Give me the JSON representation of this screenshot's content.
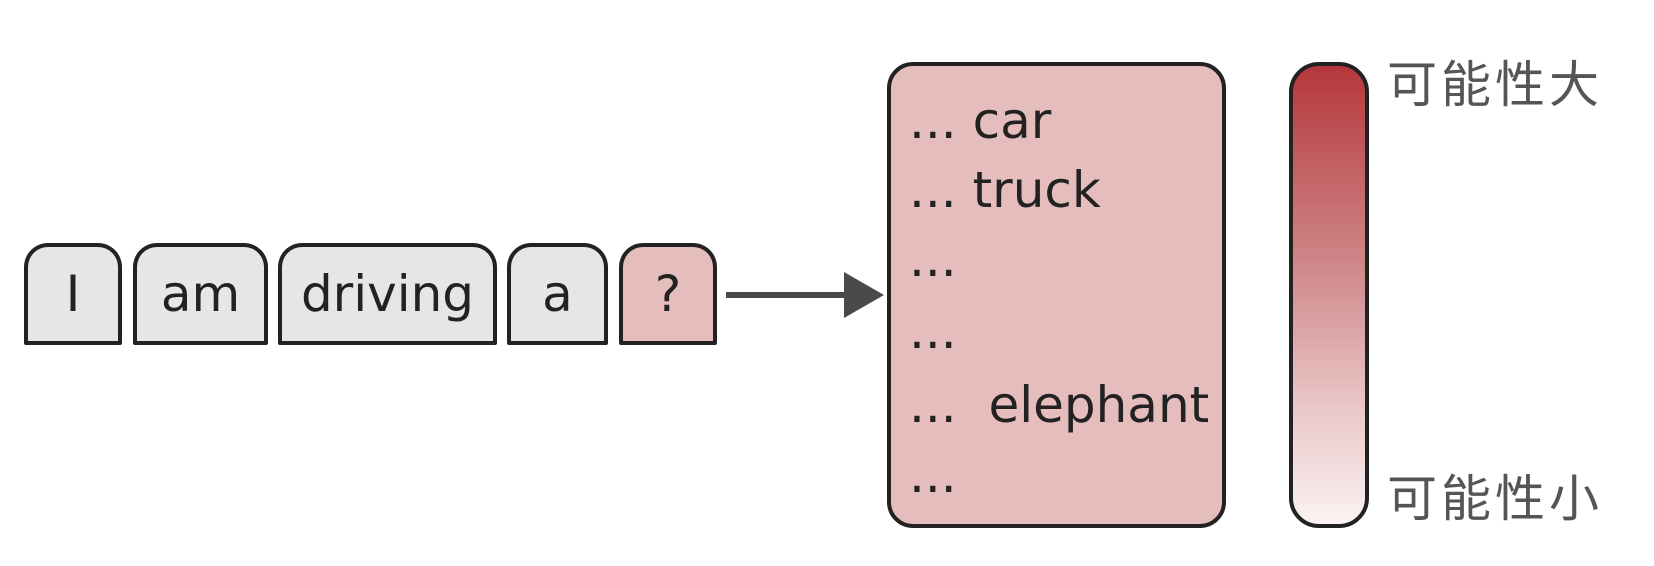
{
  "input_tokens": [
    {
      "text": "I",
      "masked": false
    },
    {
      "text": "am",
      "masked": false
    },
    {
      "text": "driving",
      "masked": false
    },
    {
      "text": "a",
      "masked": false
    },
    {
      "text": "?",
      "masked": true
    }
  ],
  "candidates": [
    "... car",
    "... truck",
    "...",
    "...",
    "...  elephant",
    "..."
  ],
  "likelihood_scale": {
    "high_label": "可能性大",
    "low_label": "可能性小",
    "colors": {
      "high": "#b5373b",
      "low": "#fbf3f3"
    }
  },
  "colors": {
    "token_fill": "#e6e6e6",
    "masked_fill": "#e6bdbd",
    "panel_fill": "#e6bdbd",
    "arrow": "#4a4a4a",
    "outline": "#222222"
  }
}
